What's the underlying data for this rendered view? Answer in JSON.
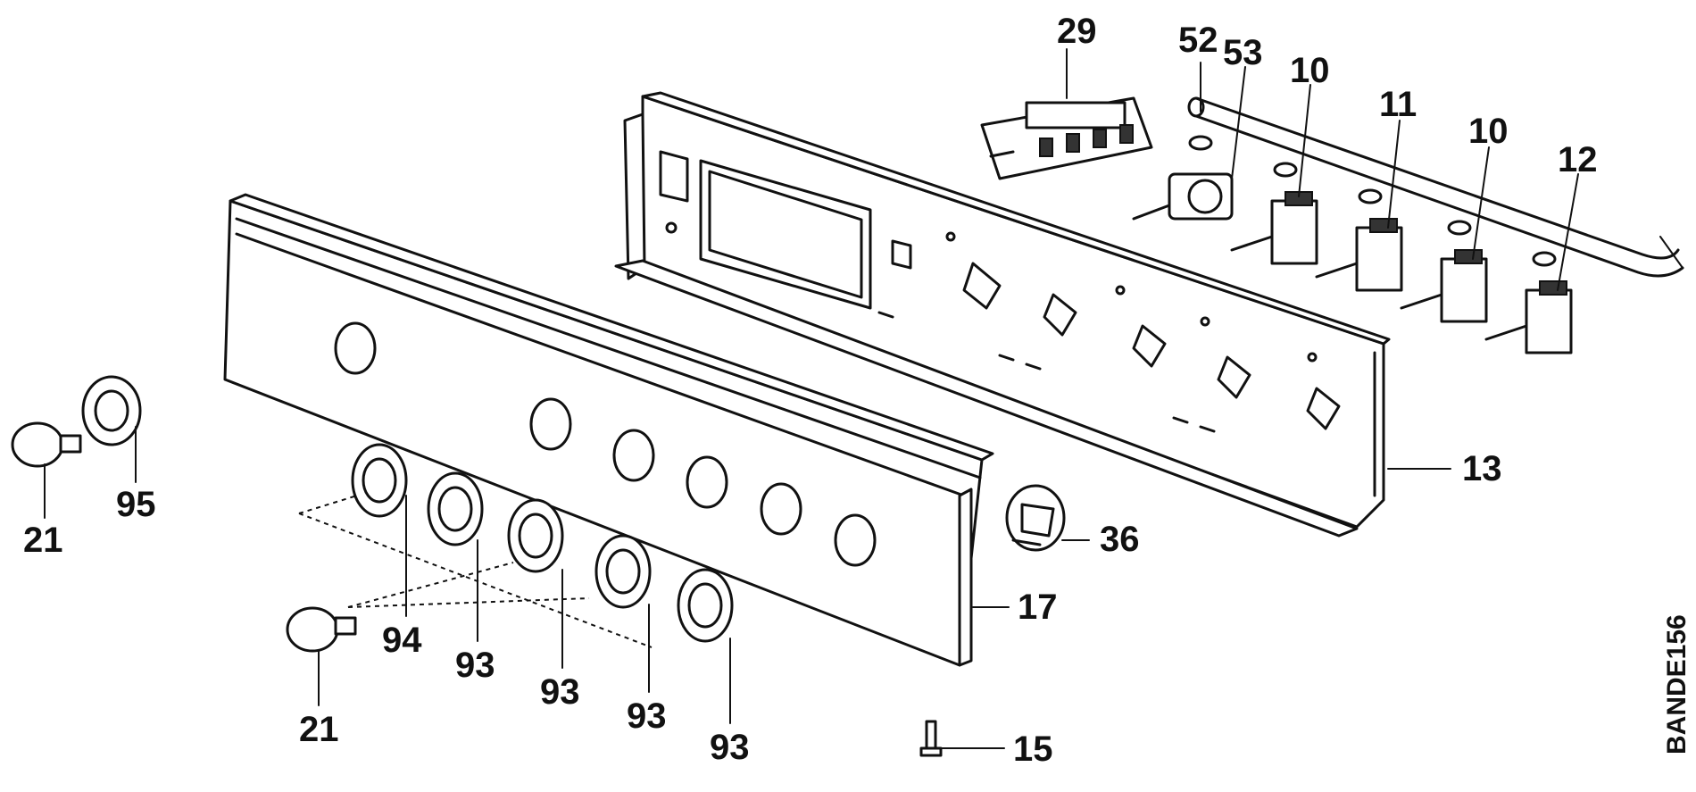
{
  "labels": {
    "p29": "29",
    "p52": "52",
    "p53": "53",
    "p10a": "10",
    "p11": "11",
    "p10b": "10",
    "p12": "12",
    "p13": "13",
    "p36": "36",
    "p17": "17",
    "p15": "15",
    "p21a": "21",
    "p95": "95",
    "p94": "94",
    "p93a": "93",
    "p93b": "93",
    "p93c": "93",
    "p93d": "93",
    "p21b": "21"
  },
  "drawing_code": "BANDE156",
  "colors": {
    "ink": "#111111",
    "paper": "#ffffff"
  }
}
